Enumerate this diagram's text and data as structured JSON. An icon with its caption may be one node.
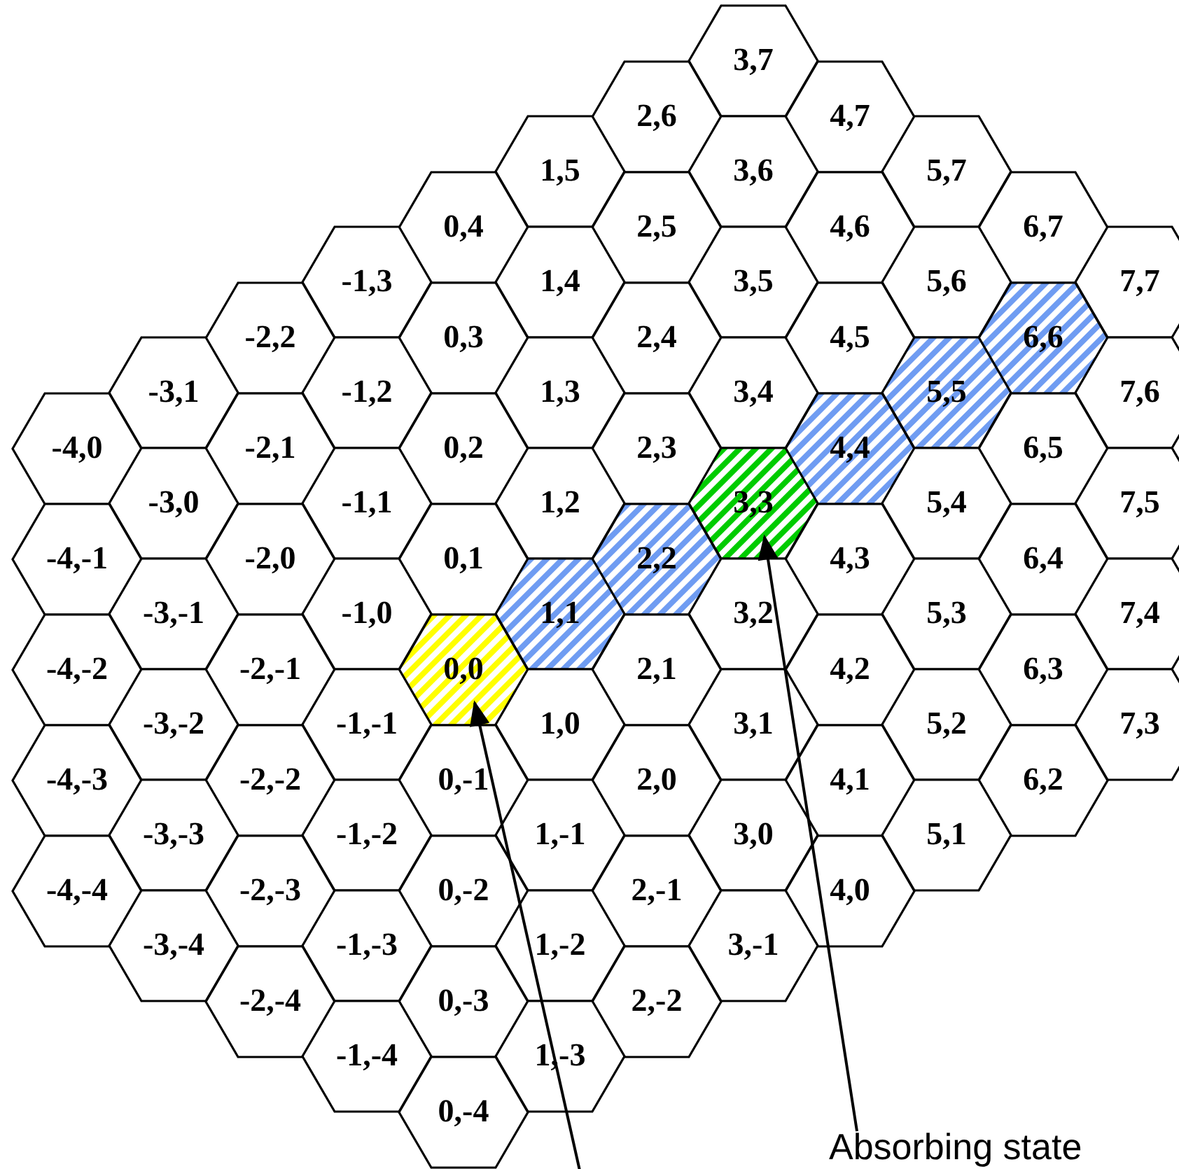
{
  "diagram": {
    "nodes": [
      {
        "text": [
          "3,7"
        ]
      },
      {
        "text": [
          "2,6"
        ]
      },
      {
        "text": [
          "4,7"
        ]
      },
      {
        "text": [
          "1,5"
        ]
      },
      {
        "text": [
          "3,6"
        ]
      },
      {
        "text": [
          "5,7"
        ]
      },
      {
        "text": [
          "0,4"
        ]
      },
      {
        "text": [
          "2,5"
        ]
      },
      {
        "text": [
          "4,6"
        ]
      },
      {
        "text": [
          "6,7"
        ]
      },
      {
        "text": [
          "-1,3"
        ]
      },
      {
        "text": [
          "1,4"
        ]
      },
      {
        "text": [
          "3,5"
        ]
      },
      {
        "text": [
          "5,6"
        ]
      },
      {
        "text": [
          "7,7"
        ]
      },
      {
        "text": [
          "-2,2"
        ]
      },
      {
        "text": [
          "0,3"
        ]
      },
      {
        "text": [
          "2,4"
        ]
      },
      {
        "text": [
          "4,5"
        ]
      },
      {
        "text": [
          "6,6"
        ]
      },
      {
        "text": [
          "-3,1"
        ]
      },
      {
        "text": [
          "-1,2"
        ]
      },
      {
        "text": [
          "1,3"
        ]
      },
      {
        "text": [
          "3,4"
        ]
      },
      {
        "text": [
          "5,5"
        ]
      },
      {
        "text": [
          "7,6"
        ]
      },
      {
        "text": [
          "-4,0"
        ]
      },
      {
        "text": [
          "-2,1"
        ]
      },
      {
        "text": [
          "0,2"
        ]
      },
      {
        "text": [
          "2,3"
        ]
      },
      {
        "text": [
          "4,4"
        ]
      },
      {
        "text": [
          "6,5"
        ]
      },
      {
        "text": [
          "-3,0"
        ]
      },
      {
        "text": [
          "-1,1"
        ]
      },
      {
        "text": [
          "1,2"
        ]
      },
      {
        "text": [
          "3,3"
        ]
      },
      {
        "text": [
          "5,4"
        ]
      },
      {
        "text": [
          "7,5"
        ]
      },
      {
        "text": [
          "-4,-1"
        ]
      },
      {
        "text": [
          "-2,0"
        ]
      },
      {
        "text": [
          "0,1"
        ]
      },
      {
        "text": [
          "2,2"
        ]
      },
      {
        "text": [
          "4,3"
        ]
      },
      {
        "text": [
          "6,4"
        ]
      },
      {
        "text": [
          "-3,-1"
        ]
      },
      {
        "text": [
          "-1,0"
        ]
      },
      {
        "text": [
          "1,1"
        ]
      },
      {
        "text": [
          "3,2"
        ]
      },
      {
        "text": [
          "5,3"
        ]
      },
      {
        "text": [
          "7,4"
        ]
      },
      {
        "text": [
          "-4,-2"
        ]
      },
      {
        "text": [
          "-2,-1"
        ]
      },
      {
        "text": [
          "0,0"
        ]
      },
      {
        "text": [
          "2,1"
        ]
      },
      {
        "text": [
          "4,2"
        ]
      },
      {
        "text": [
          "6,3"
        ]
      },
      {
        "text": [
          "-3,-2"
        ]
      },
      {
        "text": [
          "-1,-1"
        ]
      },
      {
        "text": [
          "1,0"
        ]
      },
      {
        "text": [
          "3,1"
        ]
      },
      {
        "text": [
          "5,2"
        ]
      },
      {
        "text": [
          "7,3"
        ]
      },
      {
        "text": [
          "-4,-3"
        ]
      },
      {
        "text": [
          "-2,-2"
        ]
      },
      {
        "text": [
          "0,-1"
        ]
      },
      {
        "text": [
          "2,0"
        ]
      },
      {
        "text": [
          "4,1"
        ]
      },
      {
        "text": [
          "6,2"
        ]
      },
      {
        "text": [
          "-3,-3"
        ]
      },
      {
        "text": [
          "-1,-2"
        ]
      },
      {
        "text": [
          "1,-1"
        ]
      },
      {
        "text": [
          "3,0"
        ]
      },
      {
        "text": [
          "5,1"
        ]
      },
      {
        "text": [
          "-4,-4"
        ]
      },
      {
        "text": [
          "-2,-3"
        ]
      },
      {
        "text": [
          "0,-2"
        ]
      },
      {
        "text": [
          "2,-1"
        ]
      },
      {
        "text": [
          "4,0"
        ]
      },
      {
        "text": [
          "-3,-4"
        ]
      },
      {
        "text": [
          "-1,-3"
        ]
      },
      {
        "text": [
          "1,-2"
        ]
      },
      {
        "text": [
          "3,-1"
        ]
      },
      {
        "text": [
          "-2,-4"
        ]
      },
      {
        "text": [
          "0,-3"
        ]
      },
      {
        "text": [
          "2,-2"
        ]
      },
      {
        "text": [
          "-1,-4"
        ]
      },
      {
        "text": [
          "1,-3"
        ]
      },
      {
        "text": [
          "0,-4"
        ]
      },
      {
        "text": [
          "Absorbing state"
        ]
      }
    ],
    "edges": [
      {
        "from": null,
        "to": 52,
        "arrow": "to"
      },
      {
        "from": 88,
        "to": 35,
        "arrow": "to"
      }
    ]
  }
}
